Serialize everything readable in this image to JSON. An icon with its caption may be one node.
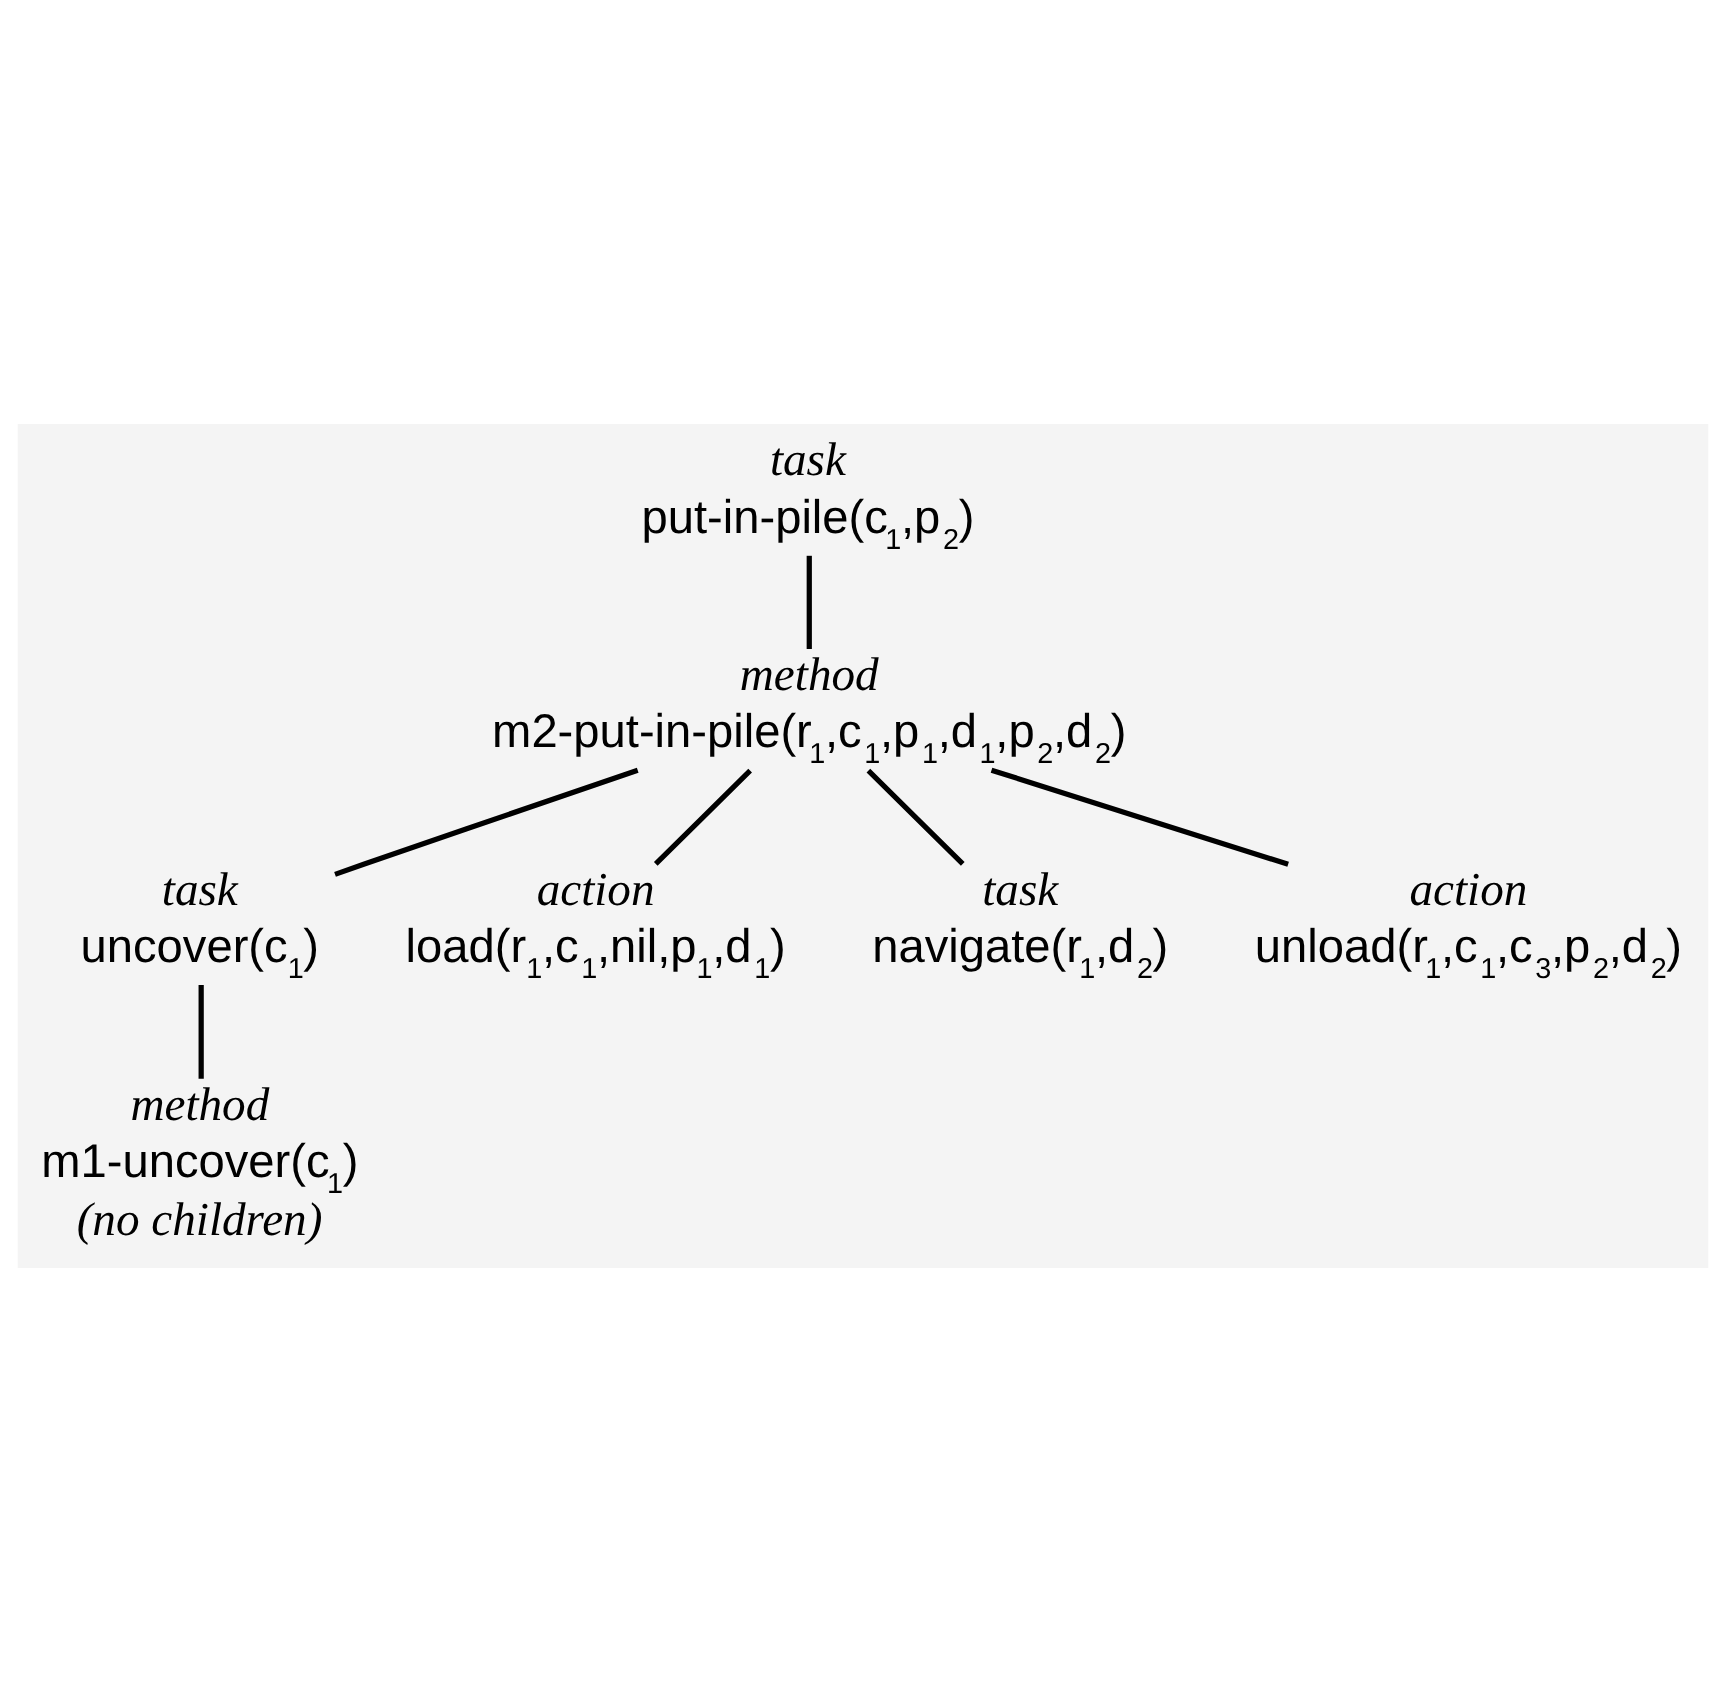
{
  "diagram": {
    "nodes": [
      {
        "text": [
          "task",
          "put-in-pile(c$_{1}$,p$_{2}$)"
        ]
      },
      {
        "text": [
          "method",
          "m2-put-in-pile(r$_{1}$,c$_{1}$,p$_{1}$,d$_{1}$,p$_{2}$,d$_{2}$)"
        ]
      },
      {
        "text": [
          "task",
          "uncover(c$_{1}$)"
        ]
      },
      {
        "text": [
          "action",
          "unload(r$_{1}$,c$_{1}$,c$_{3}$,p$_{2}$,d$_{2}$)"
        ]
      },
      {
        "text": [
          "task",
          "navigate(r$_{1}$,d$_{2}$)"
        ]
      },
      {
        "text": [
          "method",
          "m1-uncover(c$_{1}$)"
        ],
        "beside": [
          "(no children)"
        ]
      },
      {
        "text": [
          "action",
          "load(r$_{1}$,c$_{1}$,nil,p$_{1}$,d$_{1}$)"
        ]
      }
    ],
    "edges": [
      {
        "from": 0,
        "to": 1,
        "arrow": "none"
      },
      {
        "from": 1,
        "to": 2,
        "arrow": "none"
      },
      {
        "from": 1,
        "to": 6,
        "arrow": "none"
      },
      {
        "from": 1,
        "to": 4,
        "arrow": "none"
      },
      {
        "from": 1,
        "to": 3,
        "arrow": "none"
      },
      {
        "from": 2,
        "to": 5,
        "arrow": "none"
      }
    ]
  }
}
